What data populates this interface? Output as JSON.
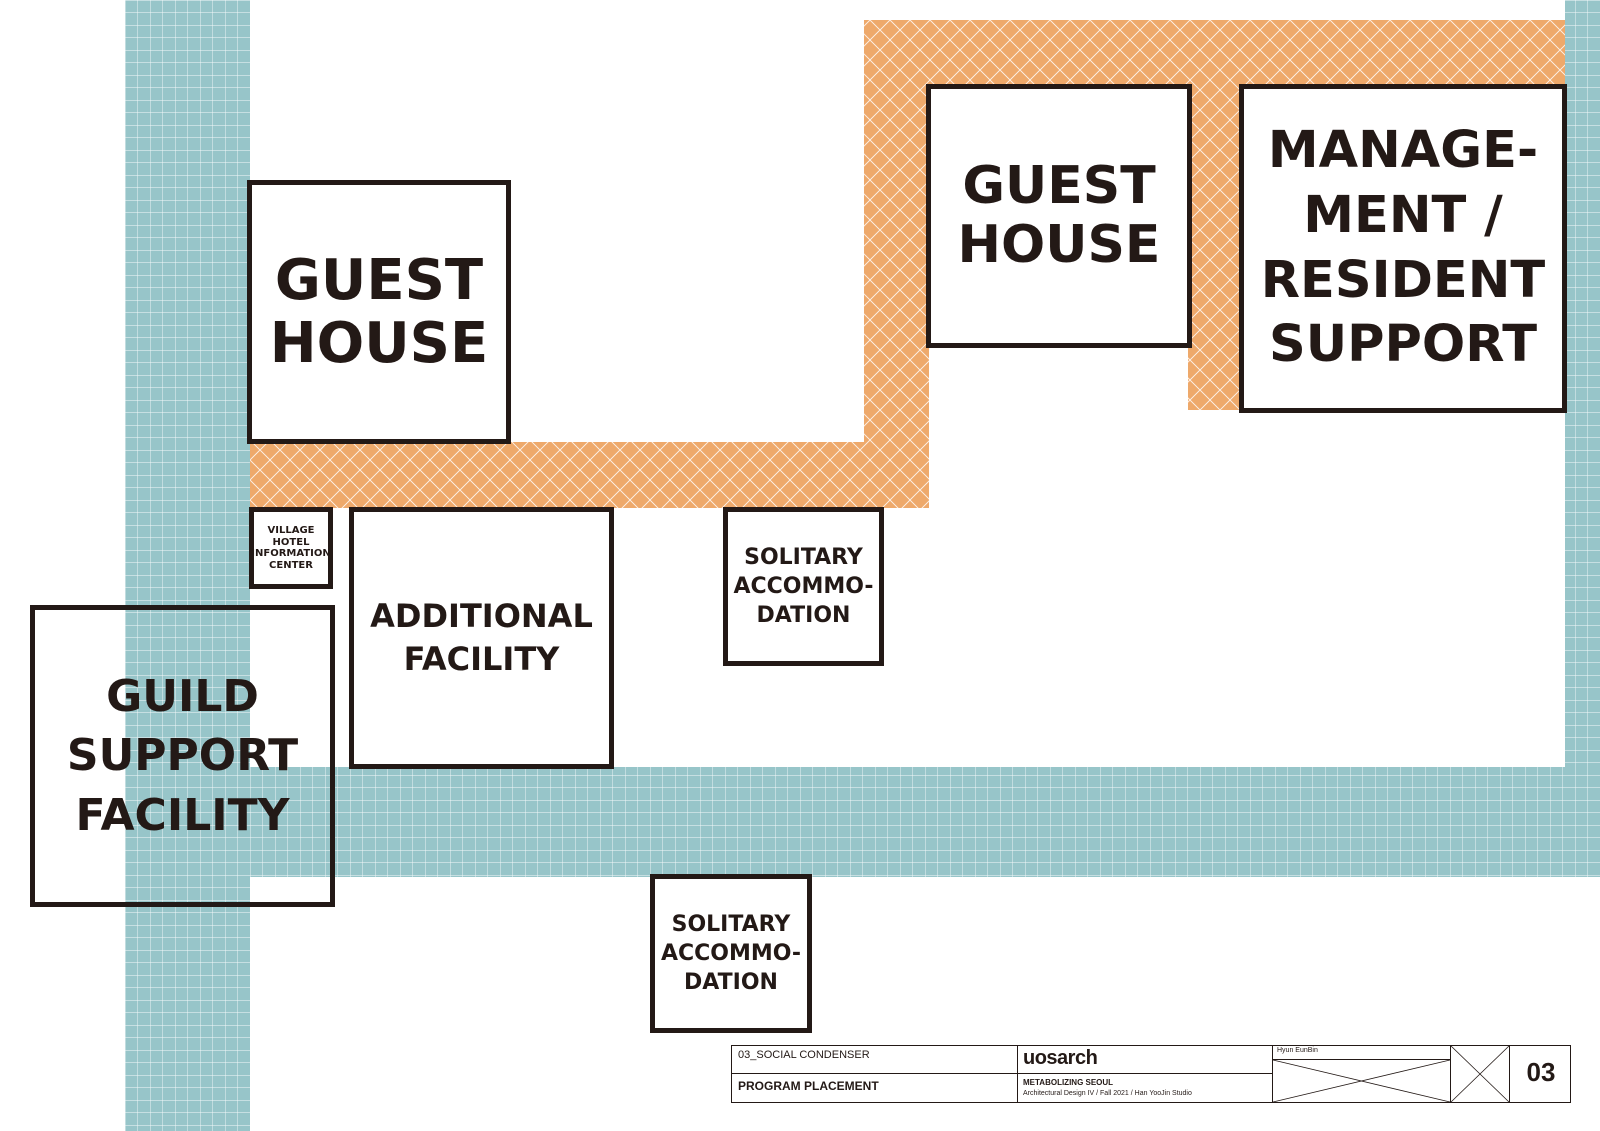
{
  "colors": {
    "blue_path": "#97c5c9",
    "orange_path": "#eea96b",
    "outline": "#231916"
  },
  "boxes": {
    "guest_house_left": "GUEST\nHOUSE",
    "guest_house_right": "GUEST\nHOUSE",
    "management": "MANAGE-\nMENT /\nRESIDENT\nSUPPORT",
    "village_hotel": "VILLAGE\nHOTEL\nINFORMATION\nCENTER",
    "additional_facility": "ADDITIONAL\nFACILITY",
    "solitary_upper": "SOLITARY\nACCOMMO-\nDATION",
    "guild_support": "GUILD\nSUPPORT\nFACILITY",
    "solitary_lower": "SOLITARY\nACCOMMO-\nDATION"
  },
  "title_block": {
    "section": "03_SOCIAL CONDENSER",
    "sheet_title": "PROGRAM PLACEMENT",
    "logo": "uosarch",
    "project": "METABOLIZING SEOUL",
    "course": "Architectural Design IV / Fall 2021 / Han YooJin Studio",
    "author": "Hyun EunBin",
    "page": "03"
  }
}
